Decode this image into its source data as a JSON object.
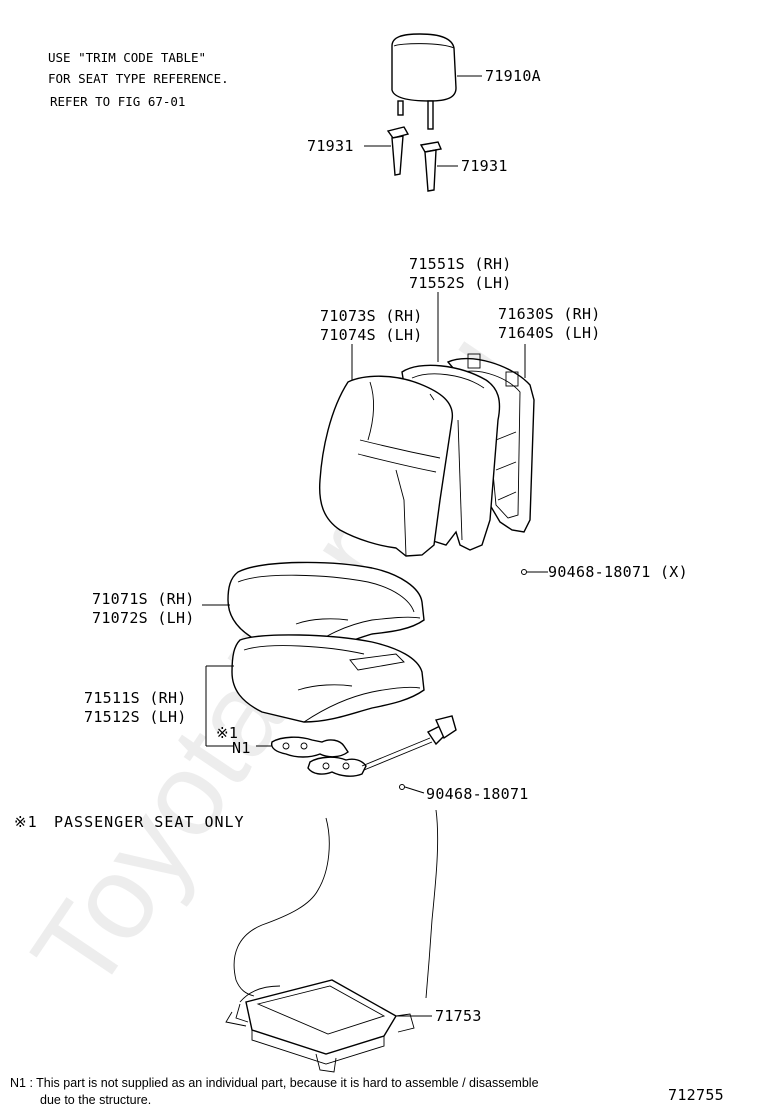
{
  "notes": {
    "trim_line1": "USE \"TRIM CODE TABLE\"",
    "trim_line2": "FOR SEAT TYPE REFERENCE.",
    "trim_line3": "REFER TO FIG 67-01",
    "passenger_mark": "※1",
    "passenger_text": "PASSENGER SEAT ONLY"
  },
  "callouts": {
    "headrest": "71910A",
    "support_left": "71931",
    "support_right": "71931",
    "back_pad_rh": "71551S (RH)",
    "back_pad_lh": "71552S (LH)",
    "back_cover_rh": "71073S (RH)",
    "back_cover_lh": "71074S (LH)",
    "back_frame_rh": "71630S (RH)",
    "back_frame_lh": "71640S (LH)",
    "hog_ring_x": "90468-18071 (X)",
    "cushion_cover_rh": "71071S (RH)",
    "cushion_cover_lh": "71072S (LH)",
    "cushion_pad_rh": "71511S (RH)",
    "cushion_pad_lh": "71512S (LH)",
    "sensor_mark": "※1",
    "sensor_n1": "N1",
    "hog_ring": "90468-18071",
    "cushion_frame": "71753"
  },
  "footnote": {
    "line1": "N1 : This part is not supplied as an individual part, because it is hard to assemble / disassemble",
    "line2": "due to the structure."
  },
  "figure_number": "712755",
  "watermark": "ToyotaParts.ru"
}
